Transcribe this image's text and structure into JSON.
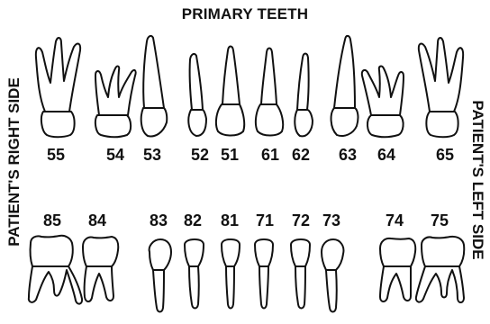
{
  "title": "PRIMARY TEETH",
  "side_labels": {
    "right": "PATIENT'S RIGHT SIDE",
    "left": "PATIENT'S LEFT SIDE"
  },
  "upper_teeth": [
    "55",
    "54",
    "53",
    "52",
    "51",
    "61",
    "62",
    "63",
    "64",
    "65"
  ],
  "lower_teeth": [
    "85",
    "84",
    "83",
    "82",
    "81",
    "71",
    "72",
    "73",
    "74",
    "75"
  ]
}
